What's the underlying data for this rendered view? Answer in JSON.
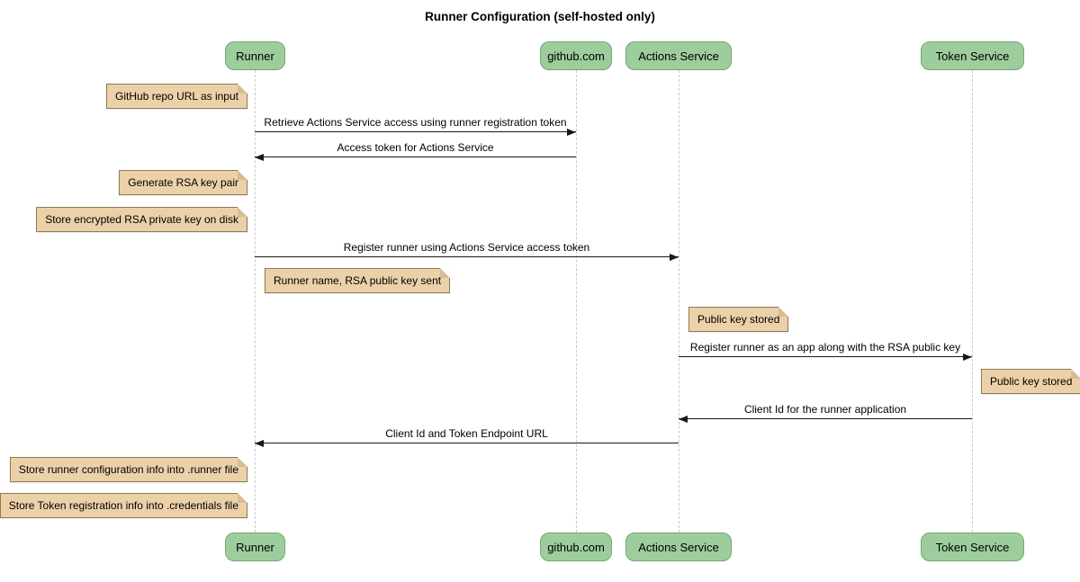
{
  "title": "Runner Configuration (self-hosted only)",
  "diagram_type": "sequence",
  "participants": [
    {
      "name": "Runner"
    },
    {
      "name": "github.com"
    },
    {
      "name": "Actions Service"
    },
    {
      "name": "Token Service"
    }
  ],
  "notes": [
    {
      "text": "GitHub repo URL as input",
      "anchor": "Runner",
      "side": "left"
    },
    {
      "text": "Generate RSA key pair",
      "anchor": "Runner",
      "side": "left"
    },
    {
      "text": "Store encrypted RSA private key on disk",
      "anchor": "Runner",
      "side": "left"
    },
    {
      "text": "Runner name, RSA public key sent",
      "anchor": "Runner",
      "side": "right"
    },
    {
      "text": "Public key stored",
      "anchor": "Actions Service",
      "side": "right"
    },
    {
      "text": "Public key stored",
      "anchor": "Token Service",
      "side": "right"
    },
    {
      "text": "Store runner configuration info into .runner file",
      "anchor": "Runner",
      "side": "left"
    },
    {
      "text": "Store Token registration info into .credentials file",
      "anchor": "Runner",
      "side": "left"
    }
  ],
  "messages": [
    {
      "label": "Retrieve Actions Service access using runner registration token",
      "from": "Runner",
      "to": "github.com"
    },
    {
      "label": "Access token for Actions Service",
      "from": "github.com",
      "to": "Runner"
    },
    {
      "label": "Register runner using Actions Service access token",
      "from": "Runner",
      "to": "Actions Service"
    },
    {
      "label": "Register runner as an app along with the RSA public key",
      "from": "Actions Service",
      "to": "Token Service"
    },
    {
      "label": "Client Id for the runner application",
      "from": "Token Service",
      "to": "Actions Service"
    },
    {
      "label": "Client Id and Token Endpoint URL",
      "from": "Actions Service",
      "to": "Runner"
    }
  ],
  "colors": {
    "participant_fill": "#9dcd9d",
    "participant_border": "#72a872",
    "note_fill": "#ecd0a8",
    "note_border": "#8b7a58",
    "note_fold": "#d9bd92",
    "lifeline": "#c9c9c9",
    "arrow": "#181818",
    "text": "#000000"
  }
}
